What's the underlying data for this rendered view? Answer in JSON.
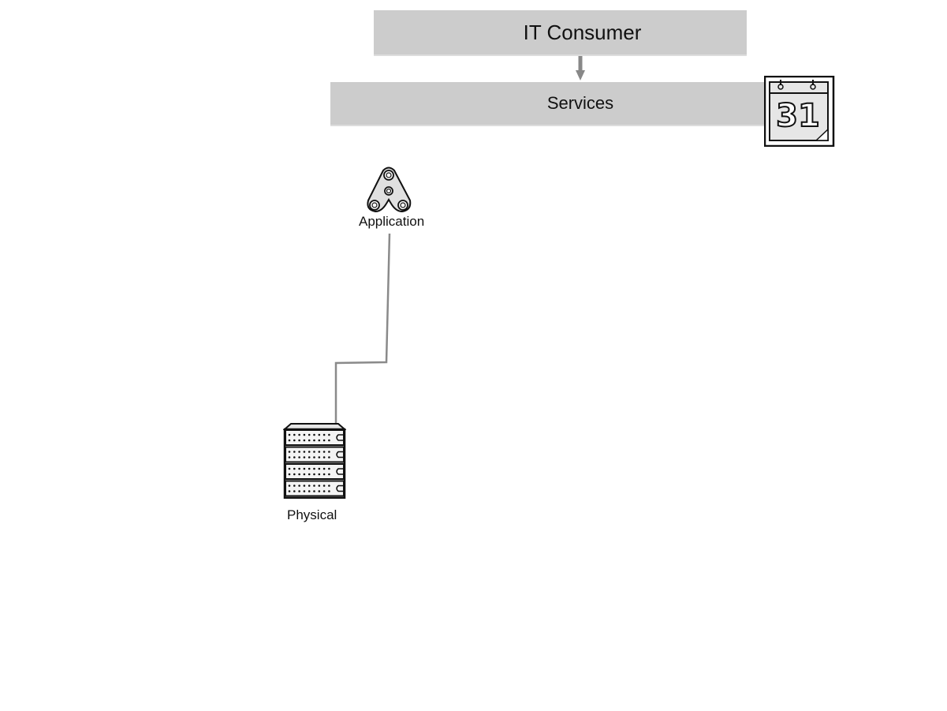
{
  "diagram": {
    "nodes": {
      "it_consumer": {
        "label": "IT Consumer"
      },
      "services": {
        "label": "Services"
      },
      "application": {
        "label": "Application",
        "icon": "application-icon"
      },
      "physical": {
        "label": "Physical",
        "icon": "server-rack-icon"
      },
      "calendar": {
        "icon": "calendar-icon",
        "day": "31"
      }
    },
    "edges": [
      {
        "from": "it_consumer",
        "to": "services",
        "style": "arrow"
      },
      {
        "from": "application",
        "to": "physical",
        "style": "line"
      }
    ],
    "colors": {
      "box_fill": "#cccccc",
      "connector": "#888888"
    }
  }
}
